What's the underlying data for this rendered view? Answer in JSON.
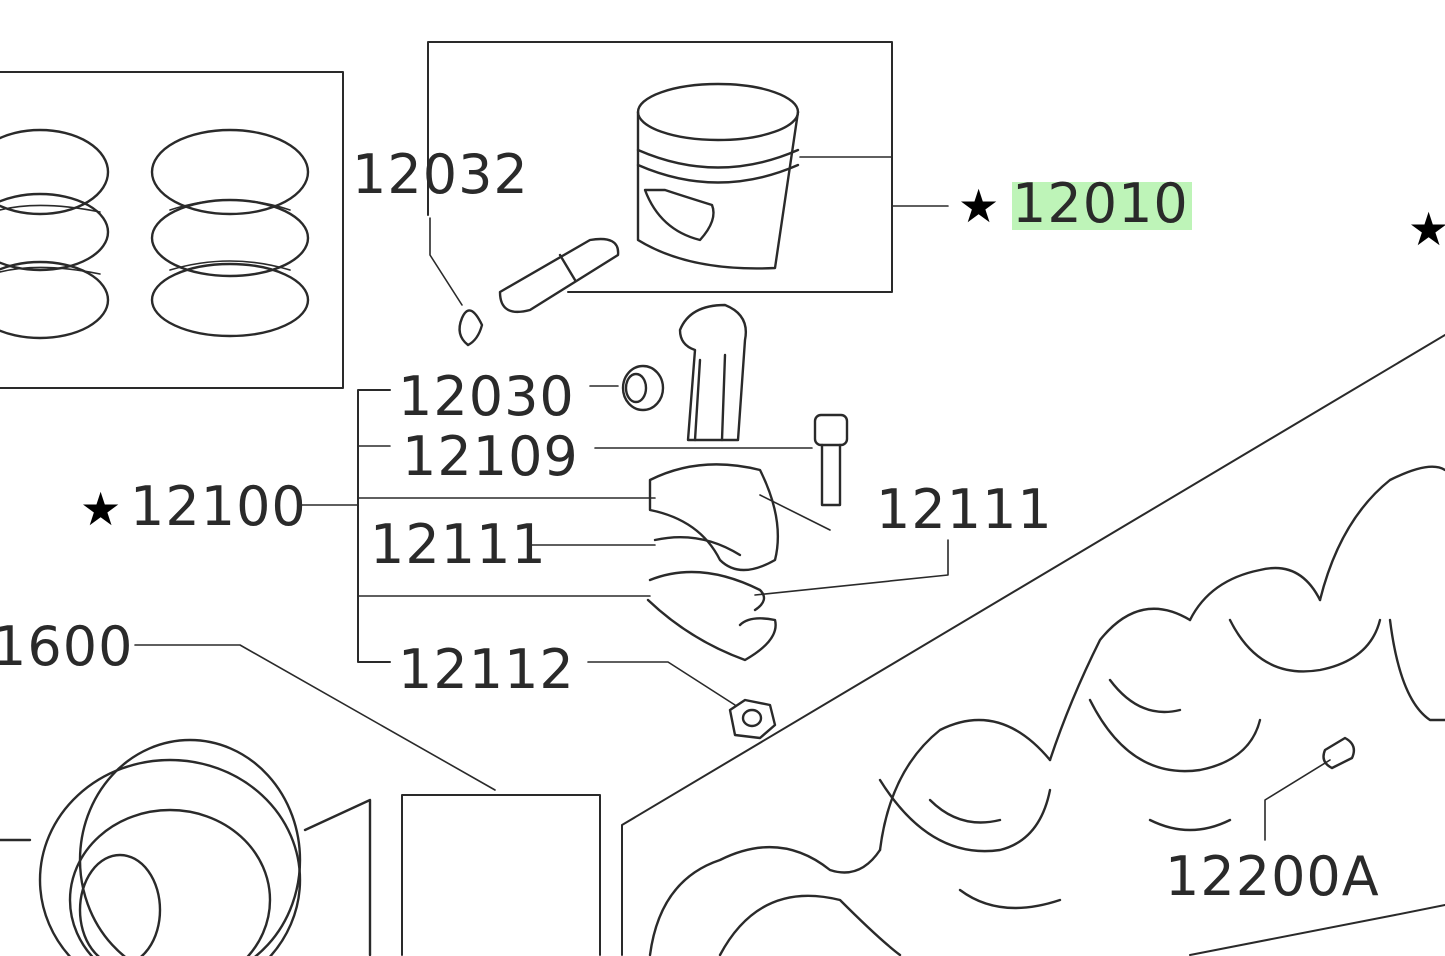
{
  "highlight_color": "#a8f0a0",
  "star_glyph": "★",
  "labels": {
    "l12032": "12032",
    "l12010": "12010",
    "l12030": "12030",
    "l12109": "12109",
    "l12100": "12100",
    "l12111_left": "12111",
    "l12111_right": "12111",
    "l1600": "1600",
    "l12112": "12112",
    "l12200A": "12200A"
  },
  "starred": [
    "12010",
    "12100"
  ],
  "highlighted": "12010"
}
